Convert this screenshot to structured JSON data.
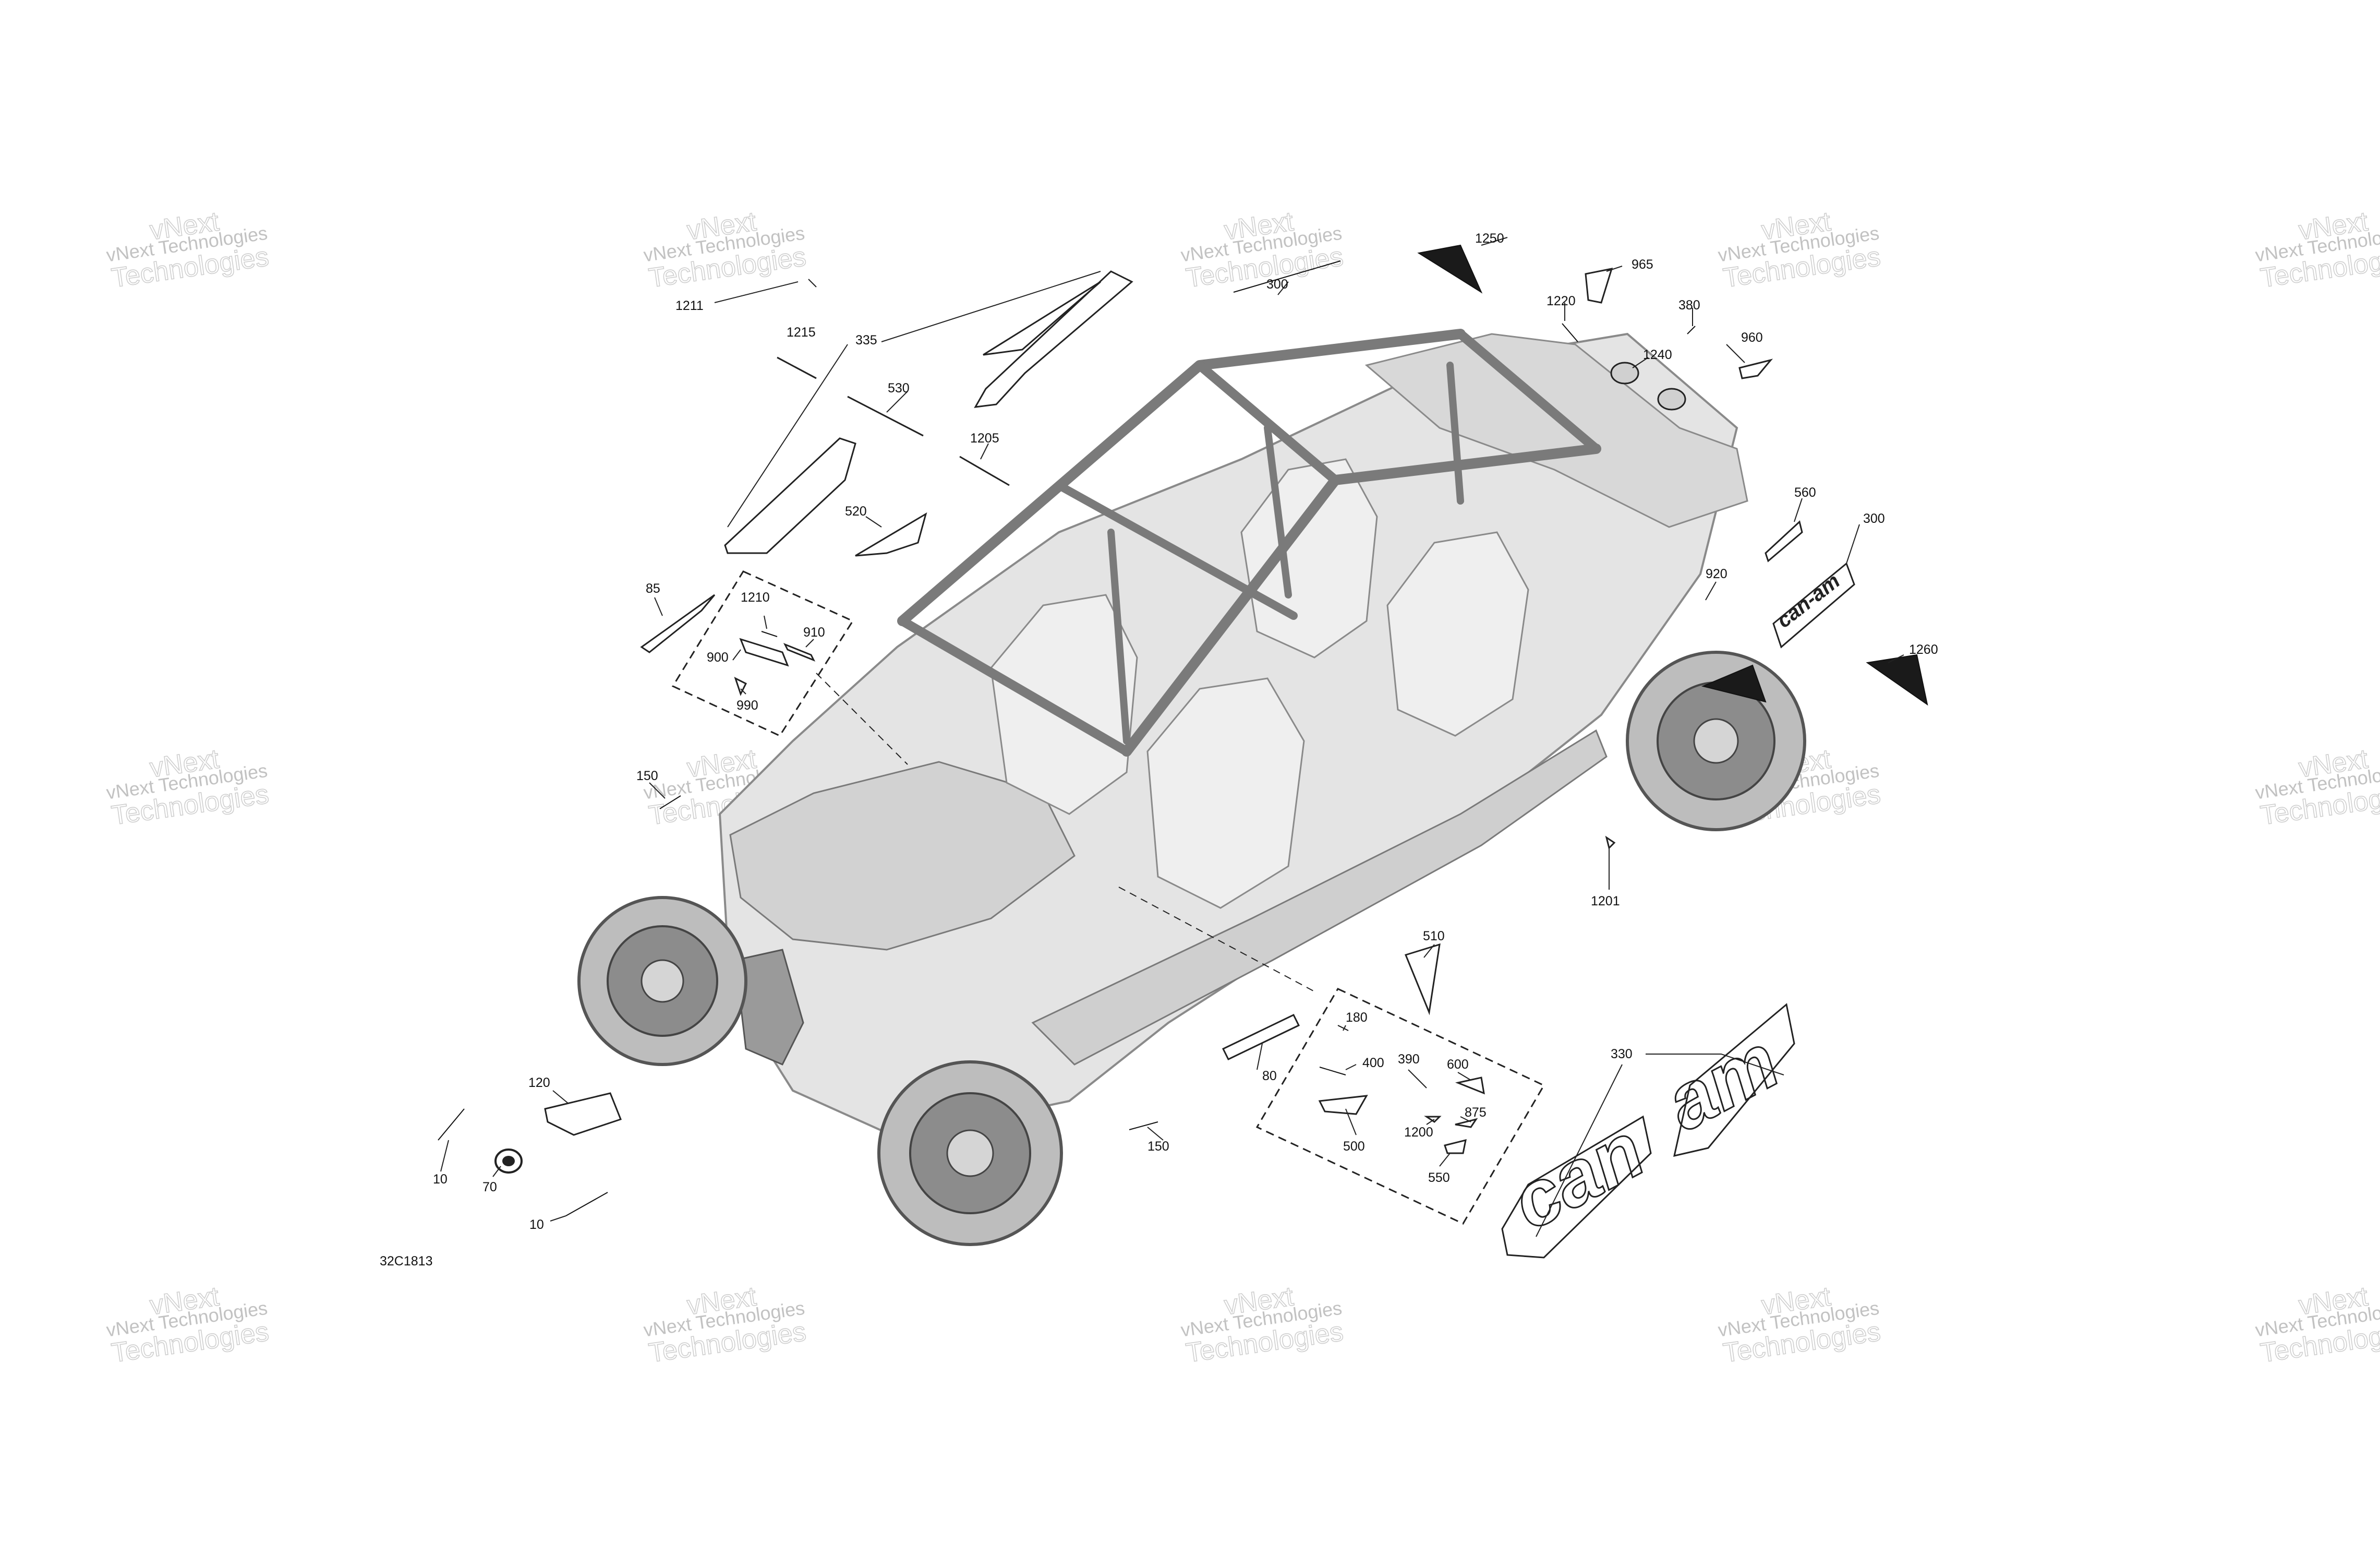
{
  "diagram": {
    "drawing_code": "32C1813",
    "watermark": {
      "line1": "vNext Technologies",
      "line2": "vNext",
      "line3": "Technologies"
    },
    "callouts": [
      {
        "id": "c1211",
        "label": "1211"
      },
      {
        "id": "c1215",
        "label": "1215"
      },
      {
        "id": "c335",
        "label": "335"
      },
      {
        "id": "c530",
        "label": "530"
      },
      {
        "id": "c1205",
        "label": "1205"
      },
      {
        "id": "c520",
        "label": "520"
      },
      {
        "id": "c85",
        "label": "85"
      },
      {
        "id": "c1210",
        "label": "1210"
      },
      {
        "id": "c910",
        "label": "910"
      },
      {
        "id": "c900",
        "label": "900"
      },
      {
        "id": "c990",
        "label": "990"
      },
      {
        "id": "c150a",
        "label": "150"
      },
      {
        "id": "c300top",
        "label": "300"
      },
      {
        "id": "c1250",
        "label": "1250"
      },
      {
        "id": "c965",
        "label": "965"
      },
      {
        "id": "c1220",
        "label": "1220"
      },
      {
        "id": "c380",
        "label": "380"
      },
      {
        "id": "c1240",
        "label": "1240"
      },
      {
        "id": "c960",
        "label": "960"
      },
      {
        "id": "c560",
        "label": "560"
      },
      {
        "id": "c300",
        "label": "300"
      },
      {
        "id": "c920",
        "label": "920"
      },
      {
        "id": "c1260",
        "label": "1260"
      },
      {
        "id": "c1201",
        "label": "1201"
      },
      {
        "id": "c510",
        "label": "510"
      },
      {
        "id": "c180",
        "label": "180"
      },
      {
        "id": "c400",
        "label": "400"
      },
      {
        "id": "c80",
        "label": "80"
      },
      {
        "id": "c390",
        "label": "390"
      },
      {
        "id": "c600",
        "label": "600"
      },
      {
        "id": "c500",
        "label": "500"
      },
      {
        "id": "c1200",
        "label": "1200"
      },
      {
        "id": "c875",
        "label": "875"
      },
      {
        "id": "c550",
        "label": "550"
      },
      {
        "id": "c330",
        "label": "330"
      },
      {
        "id": "c150b",
        "label": "150"
      },
      {
        "id": "c120",
        "label": "120"
      },
      {
        "id": "c10a",
        "label": "10"
      },
      {
        "id": "c70",
        "label": "70"
      },
      {
        "id": "c10b",
        "label": "10"
      }
    ],
    "decal_text": {
      "brand_side": "can-am",
      "brand_left": "can",
      "brand_right": "am"
    }
  }
}
